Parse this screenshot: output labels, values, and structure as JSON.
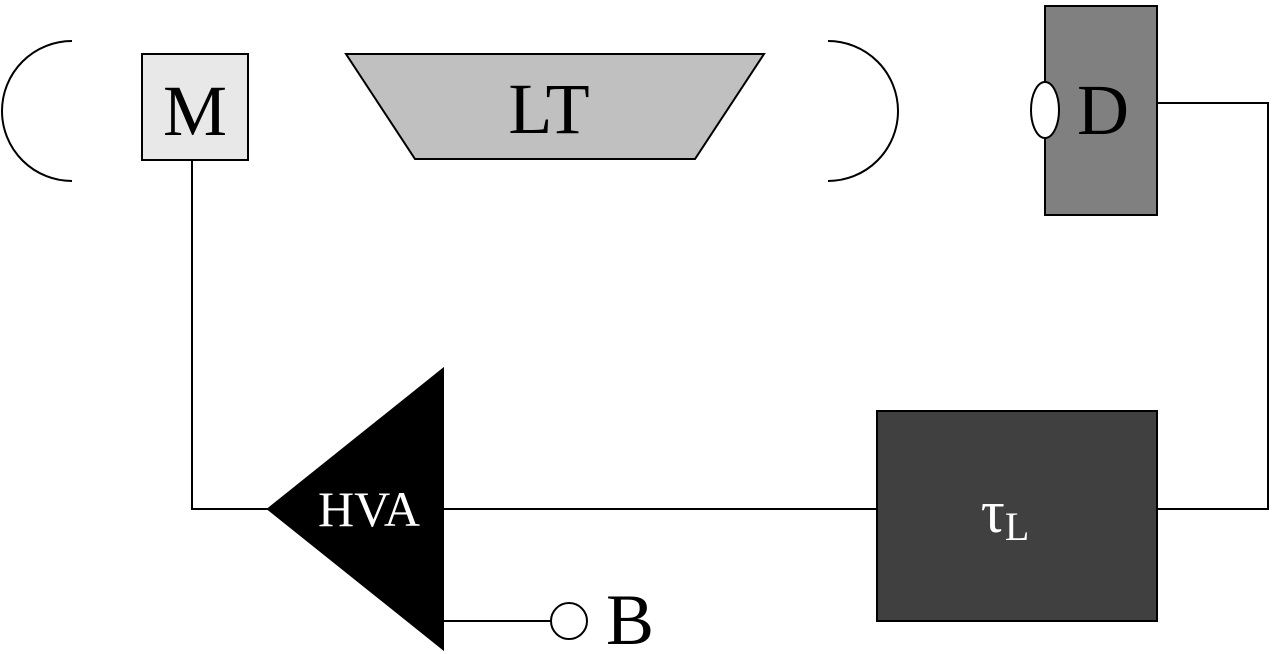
{
  "labels": {
    "mirror": "M",
    "lens_tube": "LT",
    "detector": "D",
    "amplifier": "HVA",
    "bias": "B",
    "time_constant": "τ",
    "time_constant_subscript": "L"
  },
  "colors": {
    "mirror_fill": "#e8e8e8",
    "lens_tube_fill": "#c0c0c0",
    "detector_fill": "#808080",
    "filter_fill": "#404040",
    "amplifier_fill": "#000000",
    "line": "#000000",
    "background": "#ffffff"
  }
}
